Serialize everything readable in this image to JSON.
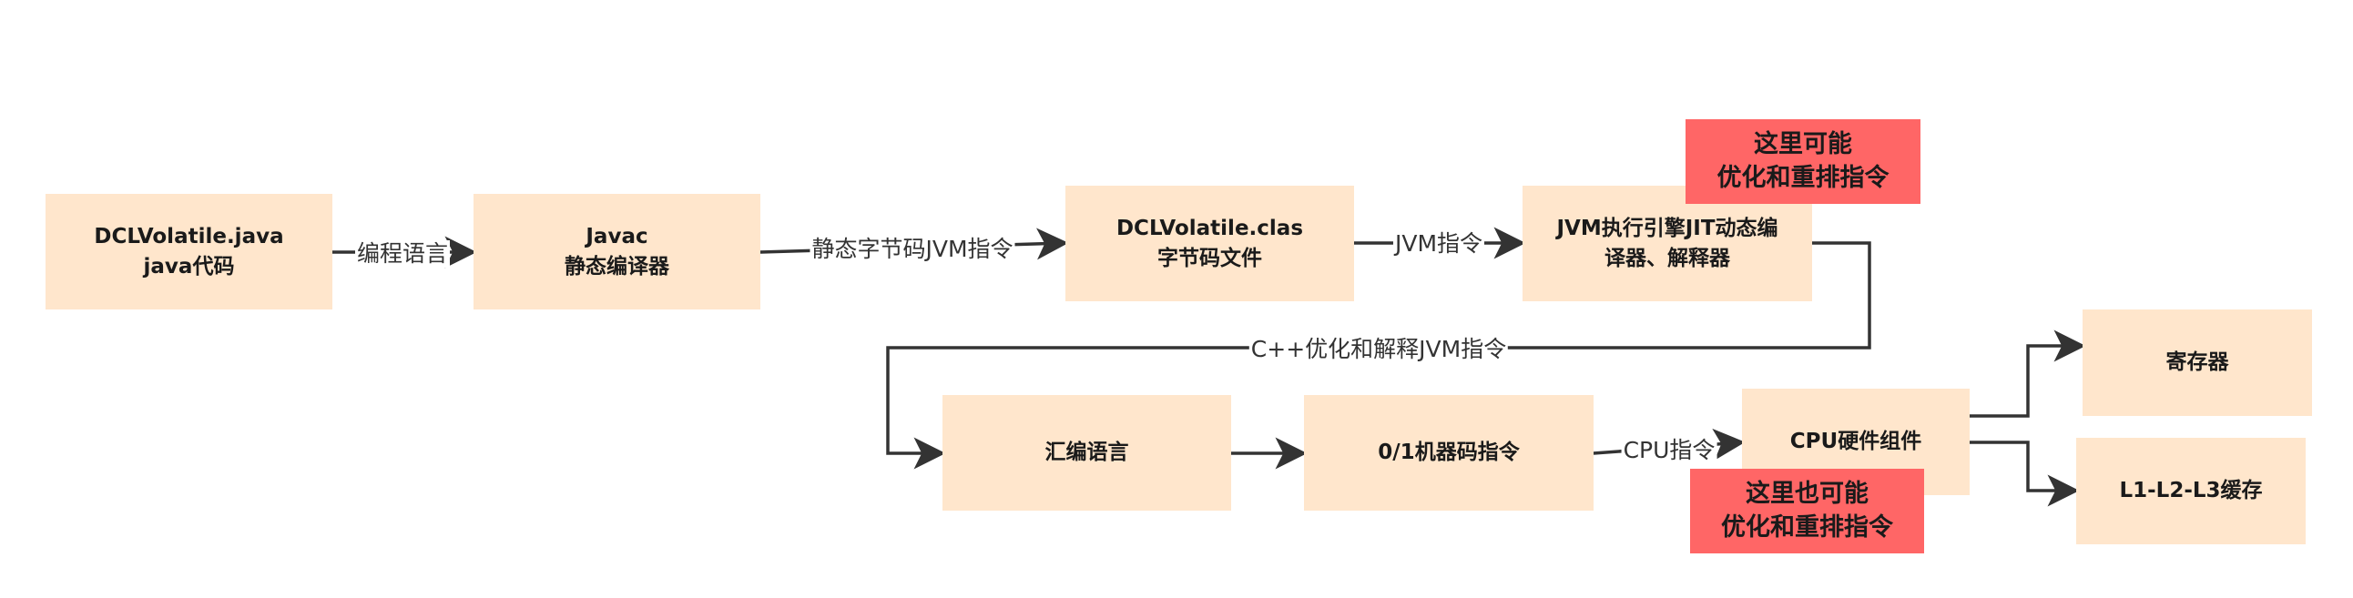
{
  "nodes": {
    "java_source": {
      "line1": "DCLVolatile.java",
      "line2": "java代码"
    },
    "javac": {
      "line1": "Javac",
      "line2": "静态编译器"
    },
    "class_file": {
      "line1": "DCLVolatile.clas",
      "line2": "字节码文件"
    },
    "jvm_engine": {
      "line1": "JVM执行引擎JIT动态编",
      "line2": "译器、解释器"
    },
    "assembly": {
      "line1": "汇编语言"
    },
    "machine_code": {
      "line1": "0/1机器码指令"
    },
    "cpu": {
      "line1": "CPU硬件组件"
    },
    "register": {
      "line1": "寄存器"
    },
    "cache": {
      "line1": "L1-L2-L3缓存"
    }
  },
  "notes": {
    "top": {
      "line1": "这里可能",
      "line2": "优化和重排指令"
    },
    "bottom": {
      "line1": "这里也可能",
      "line2": "优化和重排指令"
    }
  },
  "edges": {
    "e1": "编程语言",
    "e2": "静态字节码JVM指令",
    "e3": "JVM指令",
    "e4": "C++优化和解释JVM指令",
    "e5": "",
    "e6": "CPU指令"
  },
  "colors": {
    "node_fill": "#ffe6cc",
    "note_fill": "#ff6666",
    "line": "#333333"
  }
}
